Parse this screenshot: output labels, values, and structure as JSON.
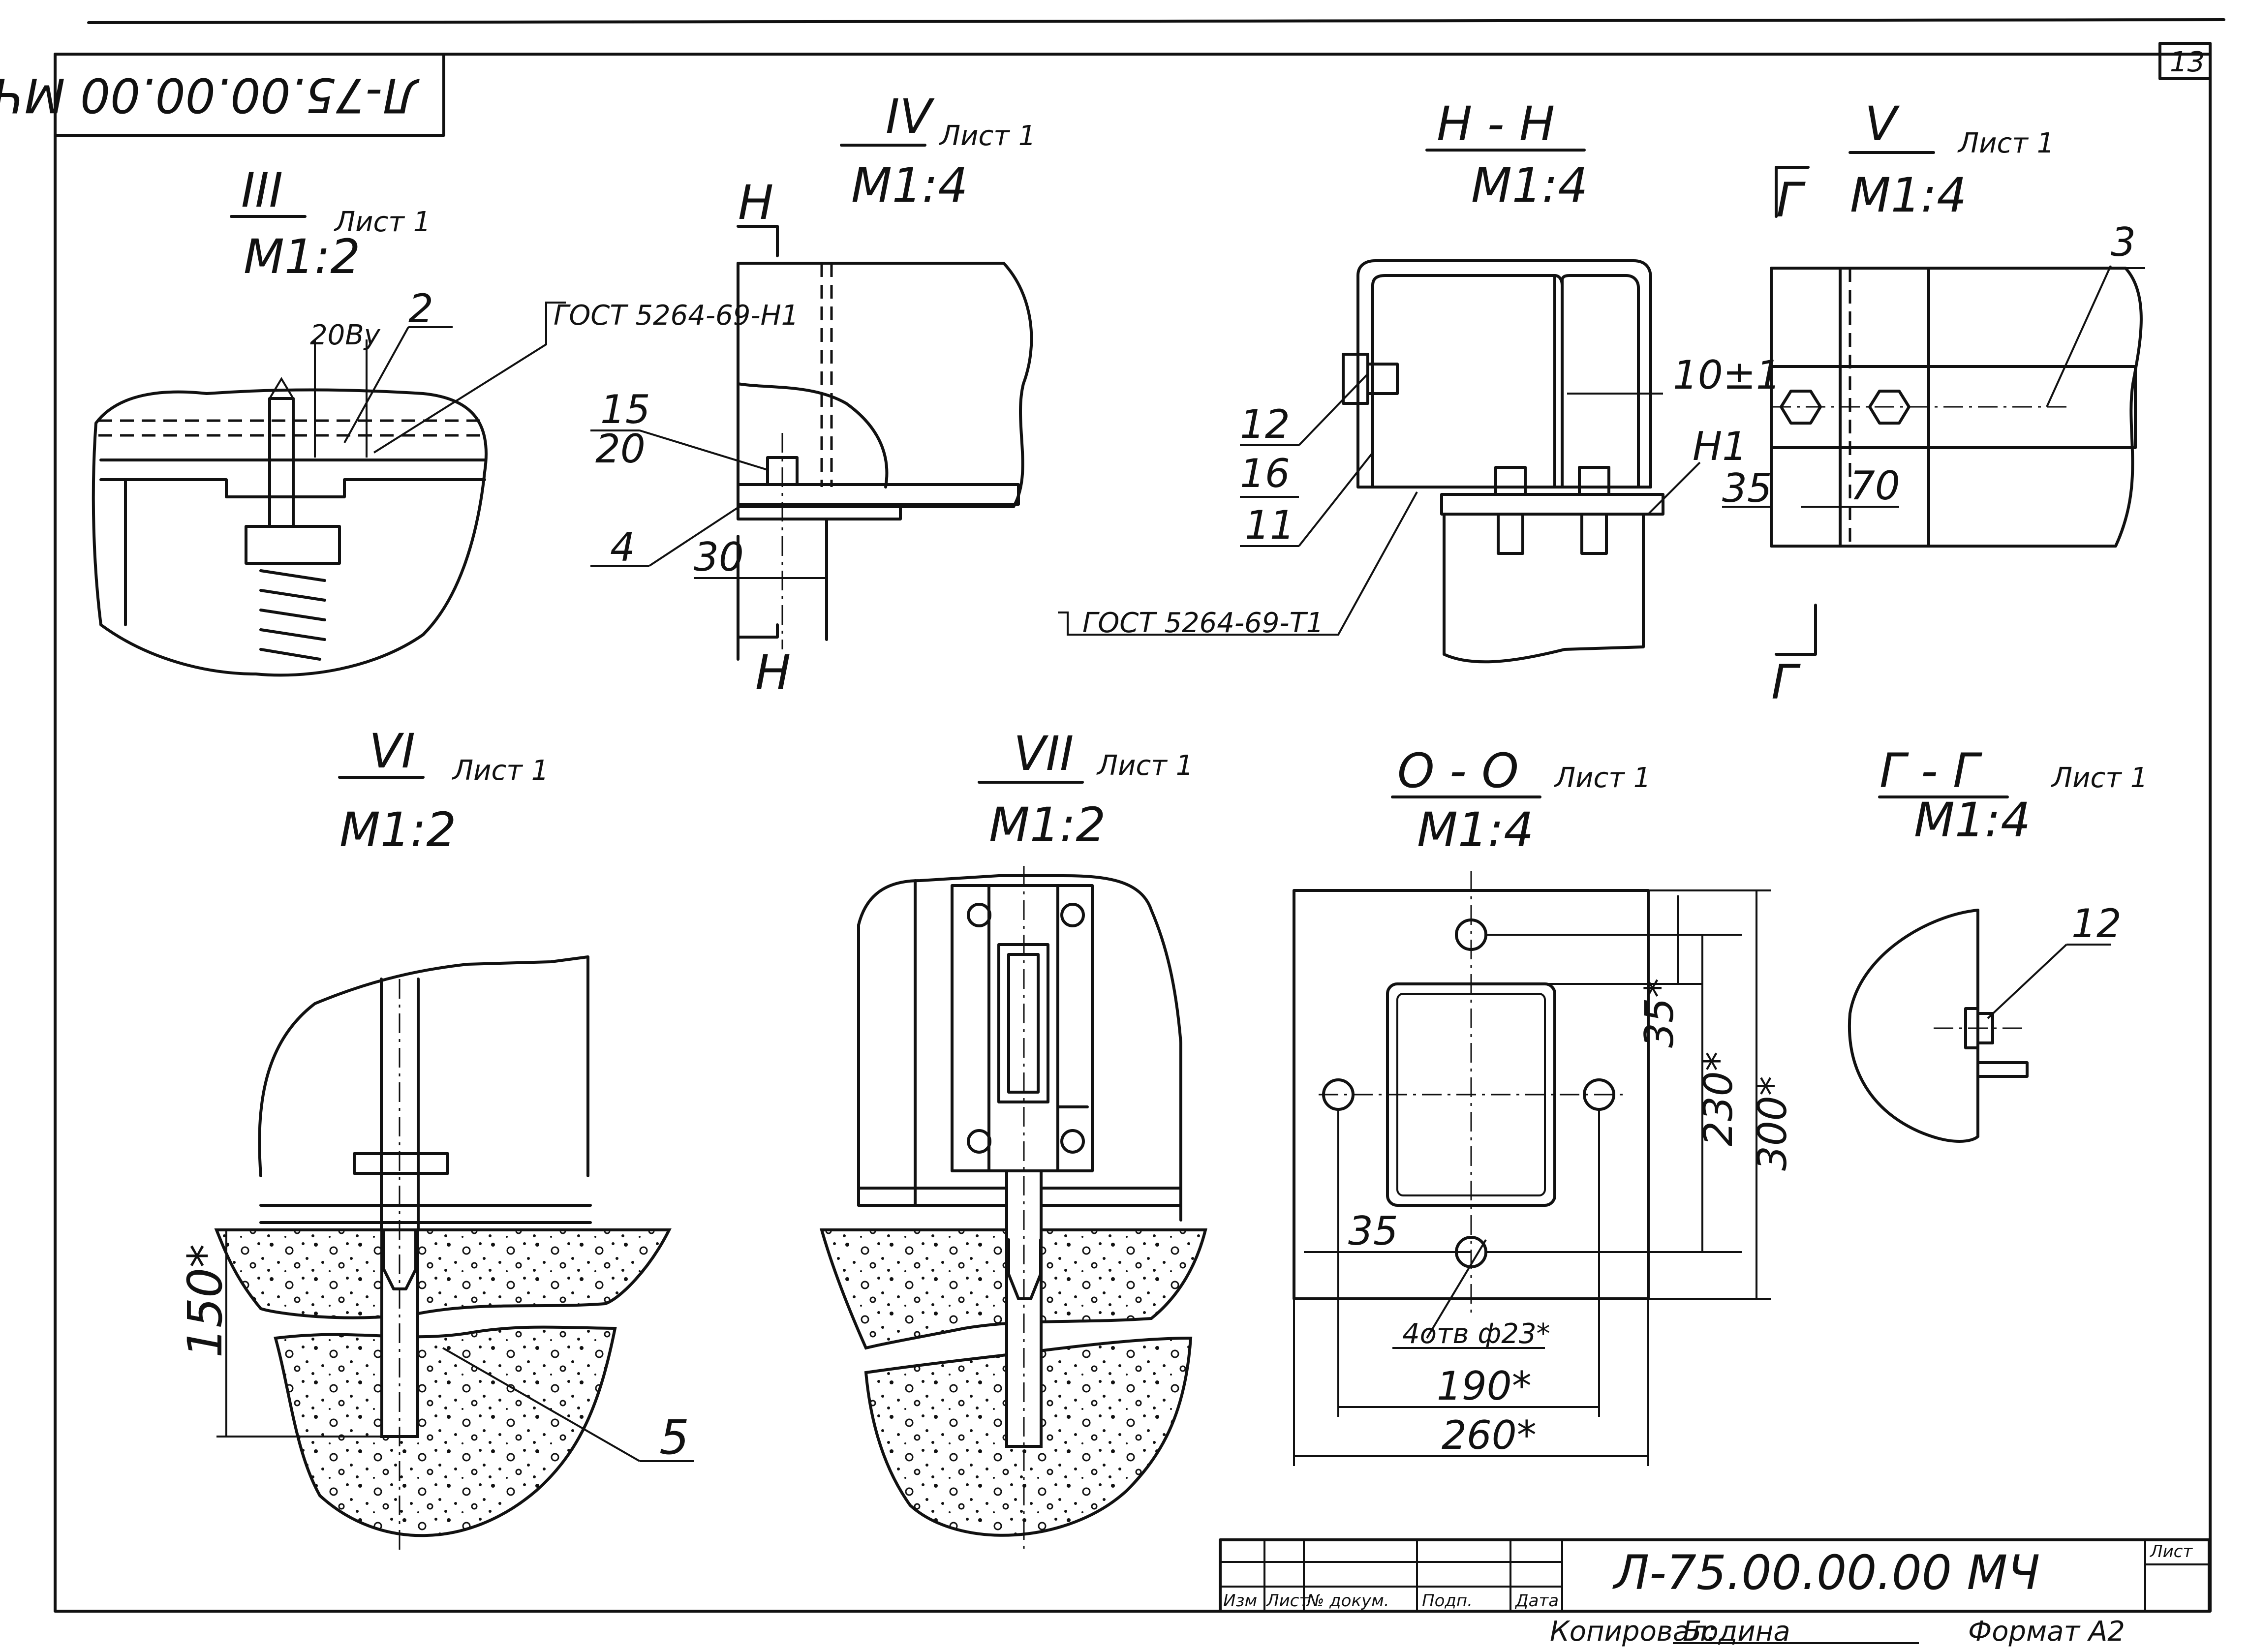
{
  "sheet": {
    "code": "Л-75.00.00.00 МЧ",
    "code_mirrored": "Л-75.00.00.00 МЧ",
    "page_no": "13",
    "copied_label": "Копировал:",
    "copied_by": "Бодина",
    "format_label": "Формат А2",
    "sheet_label": "Лист"
  },
  "title_block": {
    "headers": [
      "Изм",
      "Лист",
      "№ докум.",
      "Подп.",
      "Дата"
    ]
  },
  "views": {
    "III": {
      "label": "III",
      "sheet": "Лист 1",
      "scale": "М1:2",
      "dim": "20Ву",
      "callout": "2",
      "weld": "ГОСТ 5264-69-Н1"
    },
    "IV": {
      "label": "IV",
      "sheet": "Лист 1",
      "scale": "М1:4",
      "section": "Н",
      "callouts": [
        "15",
        "20",
        "4"
      ],
      "dim": "30"
    },
    "HH": {
      "label": "Н - Н",
      "scale": "М1:4",
      "callouts": [
        "12",
        "16",
        "11"
      ],
      "dim": "10±1",
      "weld": "Н1",
      "weld_ref": "ГОСТ 5264-69-Т1"
    },
    "V": {
      "label": "V",
      "sheet": "Лист 1",
      "scale": "М1:4",
      "section": "Г",
      "callout": "3",
      "dims": [
        "35",
        "70"
      ]
    },
    "VI": {
      "label": "VI",
      "sheet": "Лист 1",
      "scale": "М1:2",
      "dim": "150*",
      "callout": "5"
    },
    "VII": {
      "label": "VII",
      "sheet": "Лист 1",
      "scale": "М1:2"
    },
    "OO": {
      "label": "О - О",
      "sheet": "Лист 1",
      "scale": "М1:4",
      "dims": [
        "35*",
        "230*",
        "300*",
        "35",
        "190*",
        "260*"
      ],
      "holes": "4отв ф23*"
    },
    "GG": {
      "label": "Г - Г",
      "sheet": "Лист 1",
      "scale": "М1:4",
      "callout": "12"
    }
  }
}
